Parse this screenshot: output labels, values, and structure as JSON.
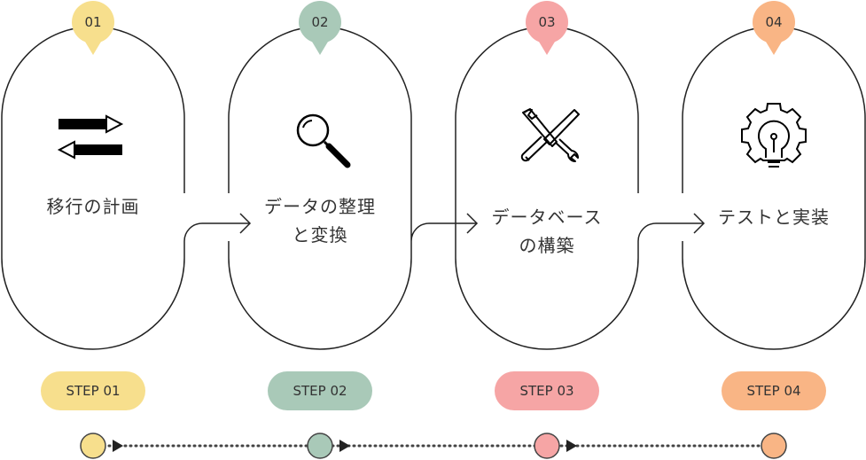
{
  "steps": [
    {
      "number": "01",
      "title_lines": [
        "移行の計画"
      ],
      "step_label": "STEP 01",
      "color": "#F7DF8D",
      "icon": "arrows-exchange-icon"
    },
    {
      "number": "02",
      "title_lines": [
        "データの整理",
        "と変換"
      ],
      "step_label": "STEP 02",
      "color": "#A9C9B8",
      "icon": "magnifier-icon"
    },
    {
      "number": "03",
      "title_lines": [
        "データベース",
        "の構築"
      ],
      "step_label": "STEP 03",
      "color": "#F6A5A5",
      "icon": "tools-icon"
    },
    {
      "number": "04",
      "title_lines": [
        "テストと実装"
      ],
      "step_label": "STEP 04",
      "color": "#F9B585",
      "icon": "lightbulb-gear-icon"
    }
  ]
}
